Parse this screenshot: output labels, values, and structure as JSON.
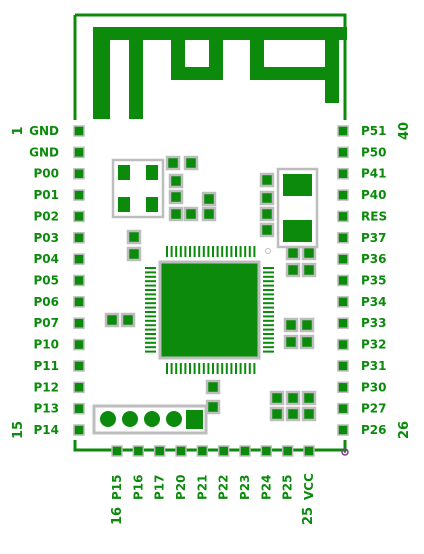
{
  "colors": {
    "green": "#0b8a0b",
    "pad_border": "#bdbdbd",
    "corner_mark": "#7a3d8a",
    "background": "#ffffff"
  },
  "module": {
    "left_pins": [
      "GND",
      "GND",
      "P00",
      "P01",
      "P02",
      "P03",
      "P04",
      "P05",
      "P06",
      "P07",
      "P10",
      "P11",
      "P12",
      "P13",
      "P14"
    ],
    "right_pins": [
      "P51",
      "P50",
      "P41",
      "P40",
      "RES",
      "P37",
      "P36",
      "P35",
      "P34",
      "P33",
      "P32",
      "P31",
      "P30",
      "P27",
      "P26"
    ],
    "bottom_pins": [
      "P15",
      "P16",
      "P17",
      "P20",
      "P21",
      "P22",
      "P23",
      "P24",
      "P25",
      "VCC"
    ],
    "pin_numbers": {
      "left_first": "1",
      "left_last": "15",
      "bottom_first": "16",
      "bottom_last": "25",
      "right_first": "26",
      "right_last": "40"
    },
    "header_pin_count": 4
  }
}
